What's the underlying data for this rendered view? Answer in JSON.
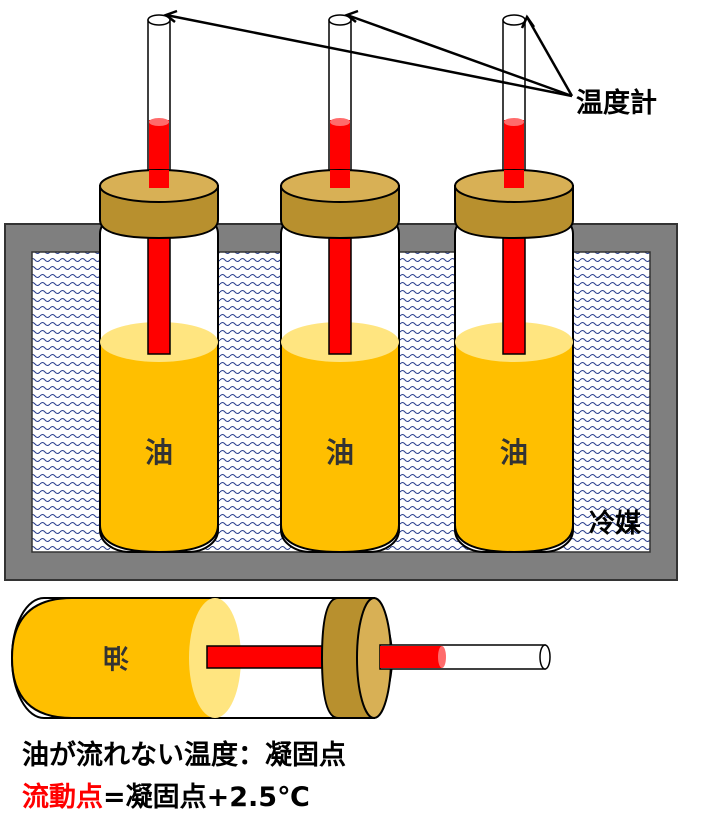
{
  "labels": {
    "thermometer": "温度計",
    "coolant": "冷媒",
    "oil": "油"
  },
  "captions": {
    "line1": "油が流れない温度：凝固点",
    "line2_highlight": "流動点",
    "line2_rest": "=凝固点+2.5℃"
  },
  "colors": {
    "oil": "#ffbf00",
    "oil_top": "#ffe580",
    "stopper": "#d8b055",
    "stopper_dark": "#b8902e",
    "mercury": "#ff0000",
    "bath_frame": "#7f7f7f",
    "highlight_text": "#ff0000"
  }
}
